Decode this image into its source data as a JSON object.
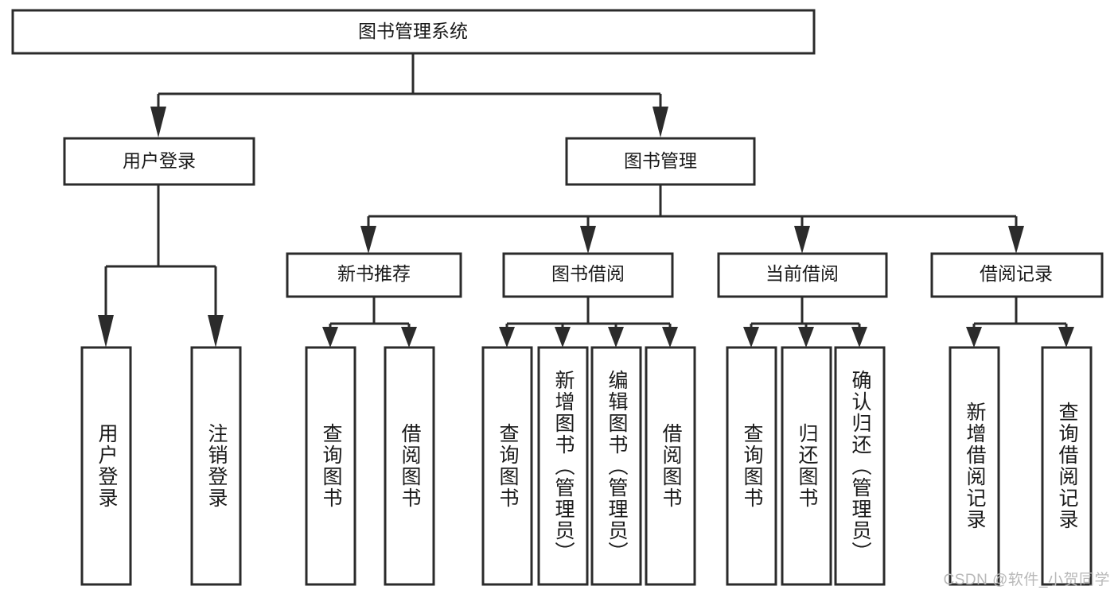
{
  "diagram": {
    "title": "图书管理系统",
    "type": "hierarchy-tree",
    "watermark": "CSDN @软件_小贺同学",
    "colors": {
      "stroke": "#2b2b2b",
      "fill": "#ffffff",
      "text": "#1a1a1a",
      "watermark": "#b9b9b9"
    },
    "root": {
      "id": "root",
      "label": "图书管理系统"
    },
    "level2": [
      {
        "id": "user-login",
        "label": "用户登录"
      },
      {
        "id": "book-manage",
        "label": "图书管理"
      }
    ],
    "level3": [
      {
        "id": "new-book-recommend",
        "label": "新书推荐",
        "parent": "book-manage"
      },
      {
        "id": "book-borrow",
        "label": "图书借阅",
        "parent": "book-manage"
      },
      {
        "id": "current-borrow",
        "label": "当前借阅",
        "parent": "book-manage"
      },
      {
        "id": "borrow-record",
        "label": "借阅记录",
        "parent": "book-manage"
      }
    ],
    "leaves": {
      "user-login": [
        {
          "id": "leaf-user-login",
          "label": "用户登录"
        },
        {
          "id": "leaf-user-logout",
          "label": "注销登录"
        }
      ],
      "new-book-recommend": [
        {
          "id": "leaf-query-book-1",
          "label": "查询图书"
        },
        {
          "id": "leaf-borrow-book-1",
          "label": "借阅图书"
        }
      ],
      "book-borrow": [
        {
          "id": "leaf-query-book-2",
          "label": "查询图书"
        },
        {
          "id": "leaf-add-book",
          "label": "新增图书（管理员）"
        },
        {
          "id": "leaf-edit-book",
          "label": "编辑图书（管理员）"
        },
        {
          "id": "leaf-borrow-book-2",
          "label": "借阅图书"
        }
      ],
      "current-borrow": [
        {
          "id": "leaf-query-book-3",
          "label": "查询图书"
        },
        {
          "id": "leaf-return-book",
          "label": "归还图书"
        },
        {
          "id": "leaf-confirm-return",
          "label": "确认归还（管理员）"
        }
      ],
      "borrow-record": [
        {
          "id": "leaf-add-record",
          "label": "新增借阅记录"
        },
        {
          "id": "leaf-query-record",
          "label": "查询借阅记录"
        }
      ]
    }
  }
}
